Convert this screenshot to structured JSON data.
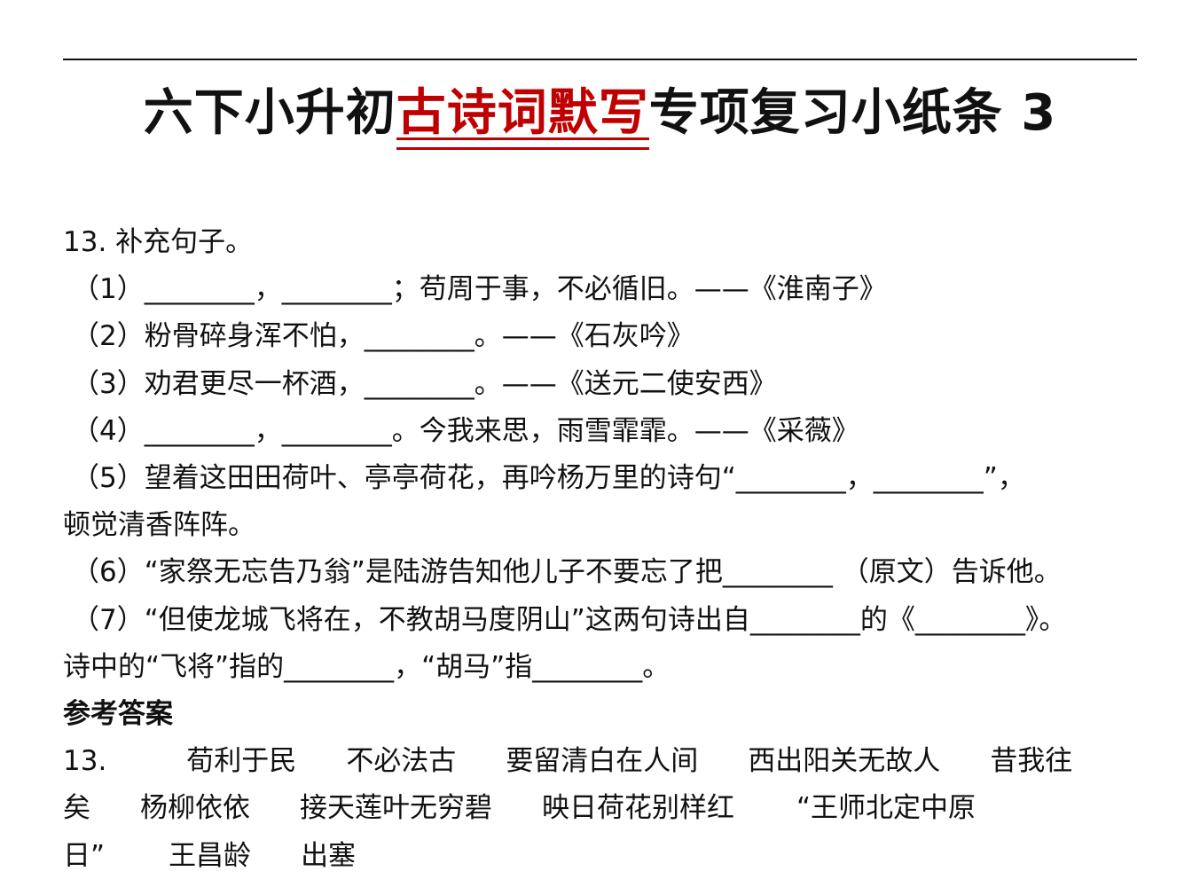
{
  "title": {
    "part1": "六下小升初",
    "highlight": "古诗词默写",
    "part2": "专项复习小纸条 3"
  },
  "question": {
    "heading": "13. 补充句子。",
    "items": [
      "（1）________，________；苟周于事，不必循旧。——《淮南子》",
      "（2）粉骨碎身浑不怕，________。——《石灰吟》",
      "（3）劝君更尽一杯酒，________。——《送元二使安西》",
      "（4）________，________。今我来思，雨雪霏霏。——《采薇》",
      "（5）望着这田田荷叶、亭亭荷花，再吟杨万里的诗句“________，________”，",
      "顿觉清香阵阵。",
      "（6）“家祭无忘告乃翁”是陆游告知他儿子不要忘了把________ （原文）告诉他。",
      "（7）“但使龙城飞将在，不教胡马度阴山”这两句诗出自________的《________》。",
      "诗中的“飞将”指的________，“胡马”指________。"
    ]
  },
  "answers": {
    "heading": "参考答案",
    "lines": [
      [
        "13.",
        "荀利于民",
        "不必法古",
        "要留清白在人间",
        "西出阳关无故人",
        "昔我往"
      ],
      [
        "矣",
        "杨柳依依",
        "接天莲叶无穷碧",
        "映日荷花别样红",
        "“王师北定中原"
      ],
      [
        "日”",
        "王昌龄",
        "出塞"
      ]
    ]
  }
}
